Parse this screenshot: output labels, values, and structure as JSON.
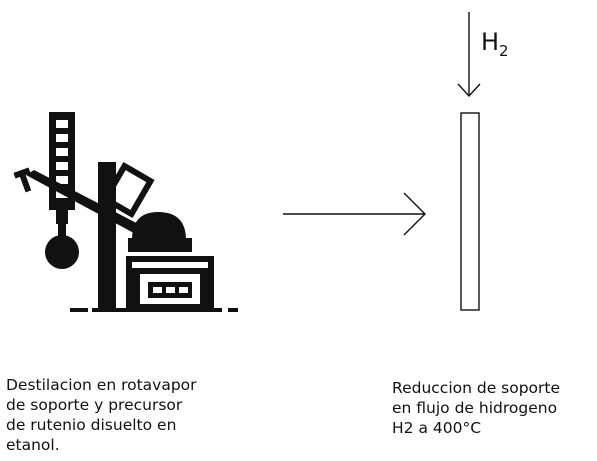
{
  "diagram": {
    "h2_label": {
      "main": "H",
      "sub": "2"
    },
    "left_caption": [
      "Destilacion en rotavapor",
      "de soporte y precursor",
      "de rutenio disuelto en",
      "etanol."
    ],
    "right_caption": [
      "Reduccion de soporte",
      "en flujo de hidrogeno",
      "H2 a 400°C"
    ],
    "icons": [
      "rotary-evaporator-icon",
      "support-tube-icon"
    ],
    "colors": {
      "ink": "#111111",
      "background": "#ffffff"
    }
  }
}
